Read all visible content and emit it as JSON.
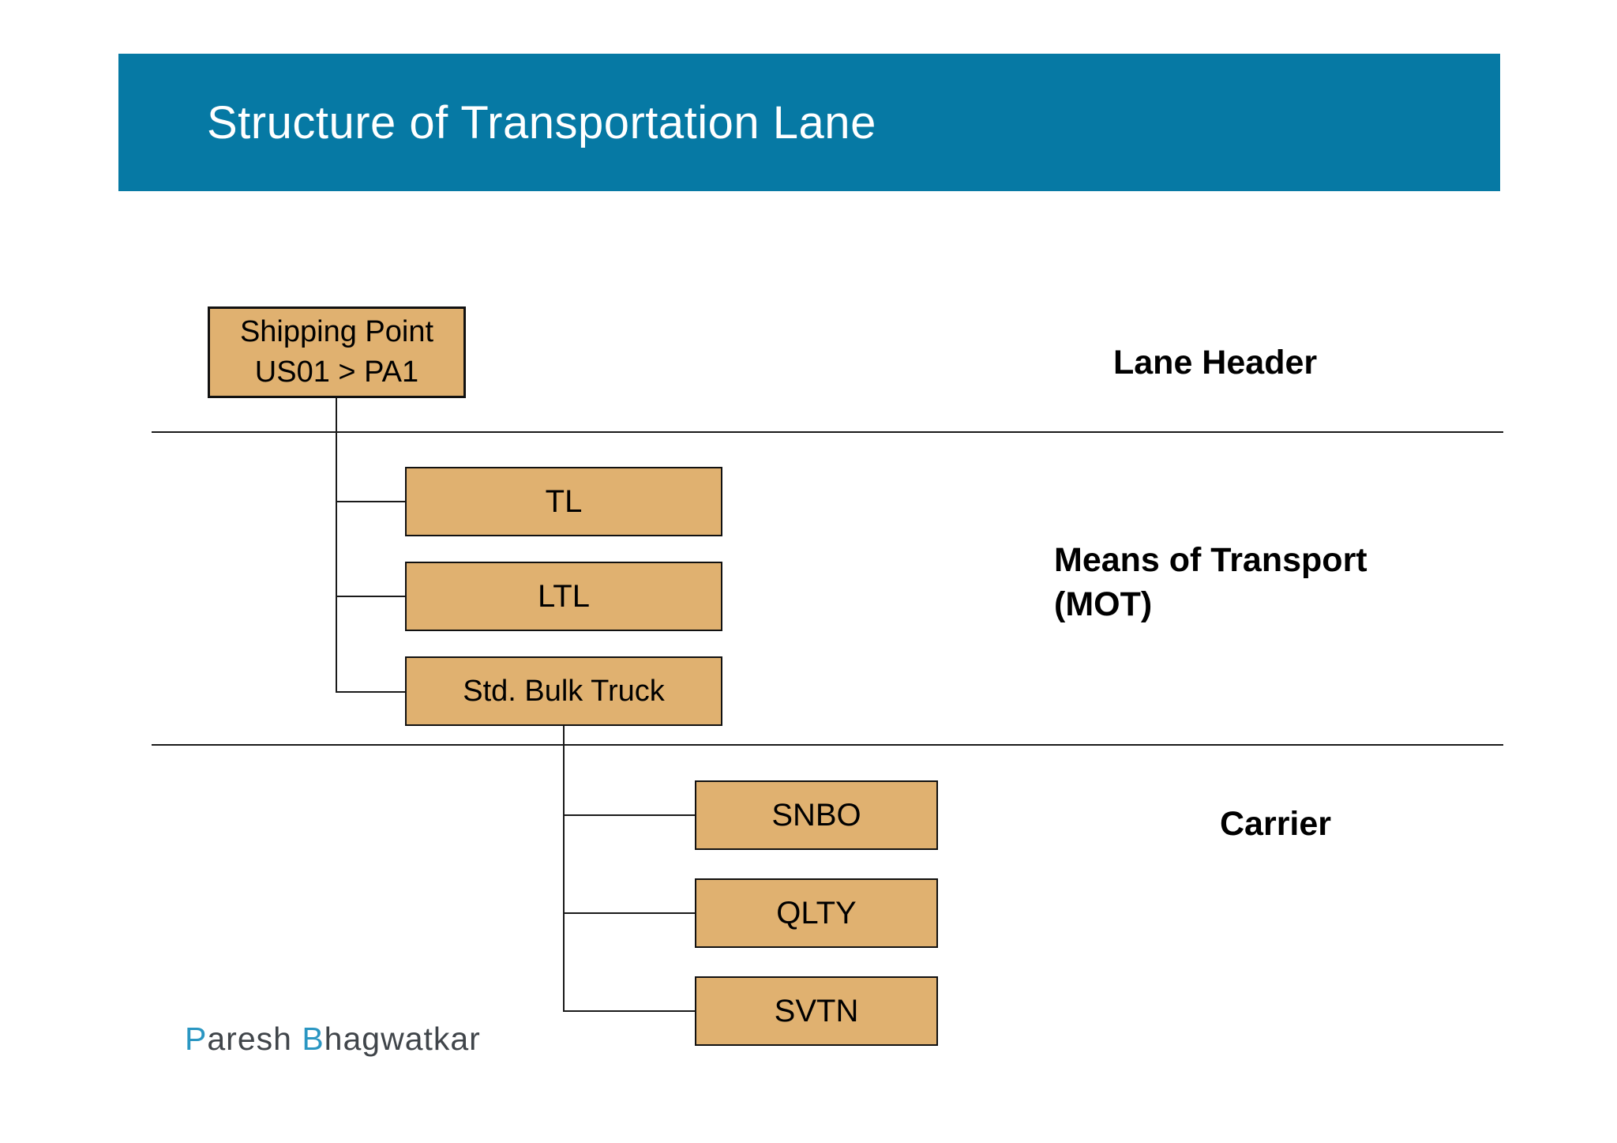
{
  "slide": {
    "title": "Structure of Transportation Lane"
  },
  "diagram": {
    "root": {
      "line1": "Shipping Point",
      "line2": "US01 > PA1"
    },
    "mot_boxes": [
      "TL",
      "LTL",
      "Std. Bulk Truck"
    ],
    "carrier_boxes": [
      "SNBO",
      "QLTY",
      "SVTN"
    ],
    "labels": {
      "lane_header": "Lane Header",
      "mot_line1": "Means of Transport",
      "mot_line2": "(MOT)",
      "carrier": "Carrier"
    }
  },
  "footer": {
    "first_initial": "P",
    "first_rest": "aresh ",
    "second_initial": "B",
    "second_rest": "hagwatkar"
  },
  "colors": {
    "accent_teal": "#0679A4",
    "box_fill": "#E0B170",
    "box_border": "#111111",
    "line_black": "#1a1a1a",
    "footer_blue": "#2A96C2",
    "footer_gray": "#40454A",
    "title_text": "#ffffff"
  }
}
